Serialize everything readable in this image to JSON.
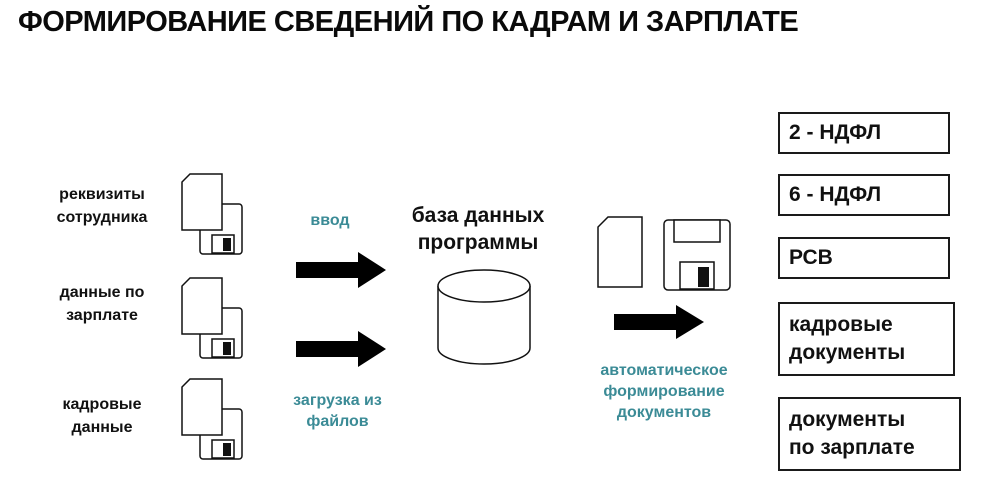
{
  "title": "ФОРМИРОВАНИЕ СВЕДЕНИЙ ПО КАДРАМ И ЗАРПЛАТЕ",
  "sources": [
    {
      "line1": "реквизиты",
      "line2": "сотрудника"
    },
    {
      "line1": "данные по",
      "line2": "зарплате"
    },
    {
      "line1": "кадровые",
      "line2": "данные"
    }
  ],
  "arrows": {
    "input": "ввод",
    "upload_line1": "загрузка из",
    "upload_line2": "файлов"
  },
  "database": {
    "line1": "база данных",
    "line2": "программы"
  },
  "auto": {
    "line1": "автоматическое",
    "line2": "формирование",
    "line3": "документов"
  },
  "outputs": [
    {
      "line1": "2 - НДФЛ",
      "line2": ""
    },
    {
      "line1": "6 - НДФЛ",
      "line2": ""
    },
    {
      "line1": "РСВ",
      "line2": ""
    },
    {
      "line1": "кадровые",
      "line2": "документы"
    },
    {
      "line1": "документы",
      "line2": "по зарплате"
    }
  ],
  "icons": [
    "document-icon",
    "floppy-disk-icon",
    "arrow-right-icon",
    "database-cylinder-icon"
  ],
  "colors": {
    "accent_teal": "#3b8b96",
    "text": "#111111",
    "background": "#ffffff"
  }
}
